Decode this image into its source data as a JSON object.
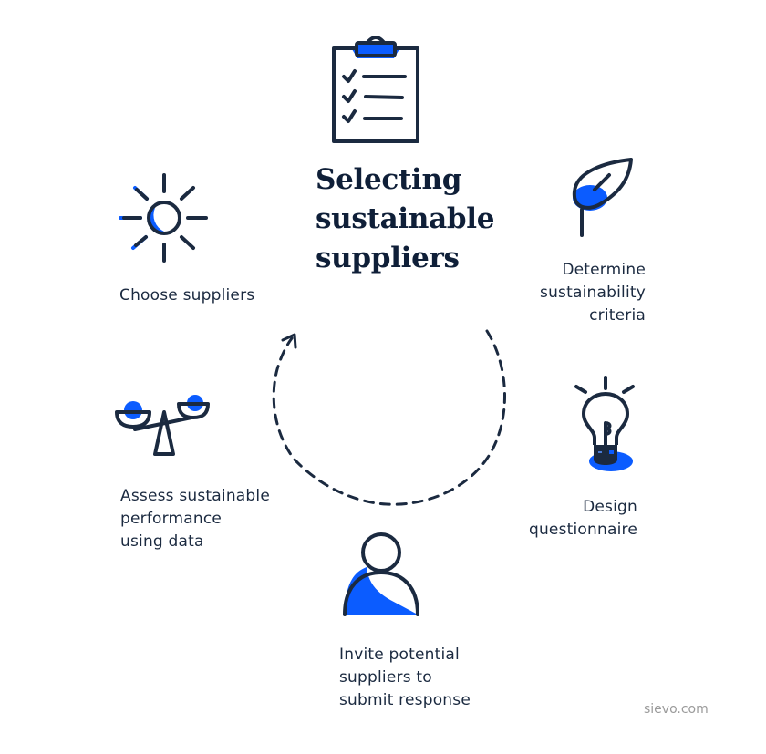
{
  "title": {
    "lines": [
      "Selecting",
      "sustainable",
      "suppliers"
    ]
  },
  "steps": [
    {
      "id": "determine-criteria",
      "icon": "leaf-icon",
      "lines": [
        "Determine",
        "sustainability",
        "criteria"
      ]
    },
    {
      "id": "design-questionnaire",
      "icon": "lightbulb-icon",
      "lines": [
        "Design",
        "questionnaire"
      ]
    },
    {
      "id": "invite-suppliers",
      "icon": "person-icon",
      "lines": [
        "Invite potential",
        "suppliers to",
        "submit response"
      ]
    },
    {
      "id": "assess-performance",
      "icon": "scale-icon",
      "lines": [
        "Assess sustainable",
        "performance",
        "using data"
      ]
    },
    {
      "id": "choose-suppliers",
      "icon": "sun-icon",
      "lines": [
        "Choose suppliers"
      ]
    }
  ],
  "center_icon": "clipboard-checklist-icon",
  "cycle": {
    "style": "dashed",
    "direction": "counter-clockwise-arrow"
  },
  "footer": {
    "brand": "sievo.com"
  },
  "colors": {
    "navy": "#1b2a40",
    "accent_blue": "#0b5cff",
    "footer_gray": "#9b9b9b"
  }
}
